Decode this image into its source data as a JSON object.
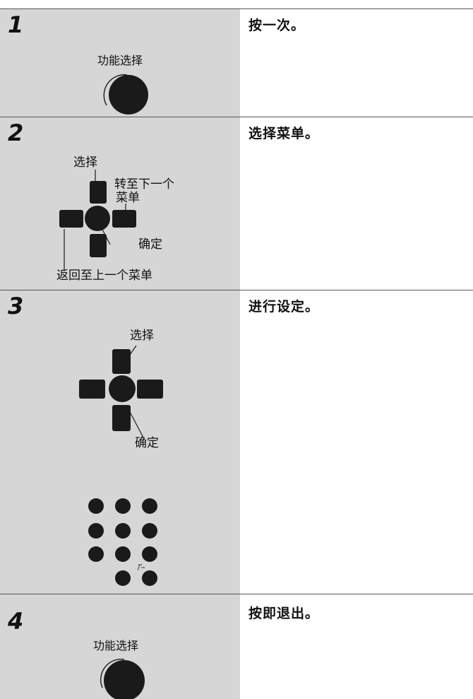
{
  "steps": [
    {
      "number": "1",
      "instruction": "按一次。",
      "button_label": "功能选择"
    },
    {
      "number": "2",
      "instruction": "选择菜单。",
      "labels": {
        "select": "选择",
        "next_menu_line1": "转至下一个",
        "next_menu_line2": "菜单",
        "confirm": "确定",
        "back": "返回至上一个菜单"
      }
    },
    {
      "number": "3",
      "instruction": "进行设定。",
      "labels": {
        "select": "选择",
        "confirm": "确定"
      }
    },
    {
      "number": "4",
      "instruction": "按即退出。",
      "button_label": "功能选择"
    }
  ],
  "colors": {
    "panel": "#d6d6d6",
    "button": "#1a1a1a",
    "rule": "#555555"
  }
}
